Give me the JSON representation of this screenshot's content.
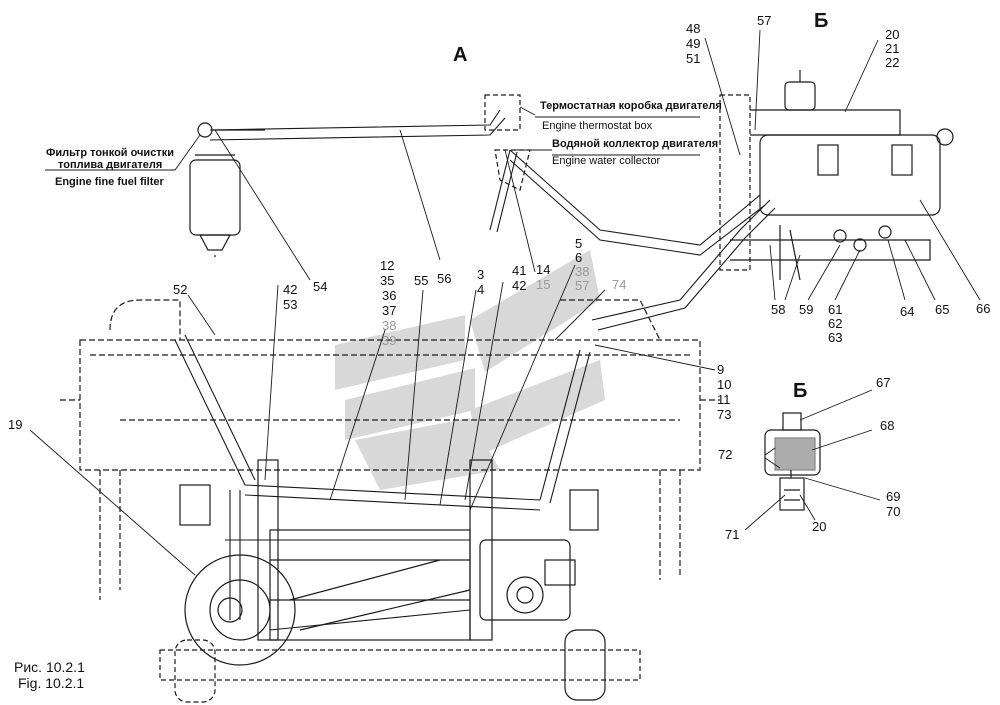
{
  "figure": {
    "caption_ru": "Рис. 10.2.1",
    "caption_en": "Fig. 10.2.1"
  },
  "sections": {
    "main": "А",
    "detail": "Б"
  },
  "annotations": {
    "fuel_filter_ru_1": "Фильтр тонкой очистки",
    "fuel_filter_ru_2": "топлива двигателя",
    "fuel_filter_en": "Engine fine fuel filter",
    "thermostat_ru": "Термостатная коробка двигателя",
    "thermostat_en": "Engine thermostat box",
    "water_ru": "Водяной коллектор двигателя",
    "water_en": "Engine water collector"
  },
  "callouts": {
    "c3": "3",
    "c4": "4",
    "c5": "5",
    "c6": "6",
    "c9": "9",
    "c10": "10",
    "c11": "11",
    "c12": "12",
    "c14": "14",
    "c15": "15",
    "c19": "19",
    "c20": "20",
    "c20b": "20",
    "c21": "21",
    "c22": "22",
    "c35": "35",
    "c36": "36",
    "c37": "37",
    "c38": "38",
    "c38b": "38",
    "c39": "39",
    "c41": "41",
    "c42": "42",
    "c42b": "42",
    "c48": "48",
    "c49": "49",
    "c51": "51",
    "c52": "52",
    "c53": "53",
    "c54": "54",
    "c55": "55",
    "c56": "56",
    "c57": "57",
    "c57b": "57",
    "c58": "58",
    "c59": "59",
    "c61": "61",
    "c62": "62",
    "c63": "63",
    "c64": "64",
    "c65": "65",
    "c66": "66",
    "c67": "67",
    "c68": "68",
    "c69": "69",
    "c70": "70",
    "c71": "71",
    "c72": "72",
    "c73": "73",
    "c74": "74"
  },
  "colors": {
    "line": "#1a1a1a",
    "watermark": "#cfcfcf",
    "grey_text": "#9a9a9a"
  }
}
